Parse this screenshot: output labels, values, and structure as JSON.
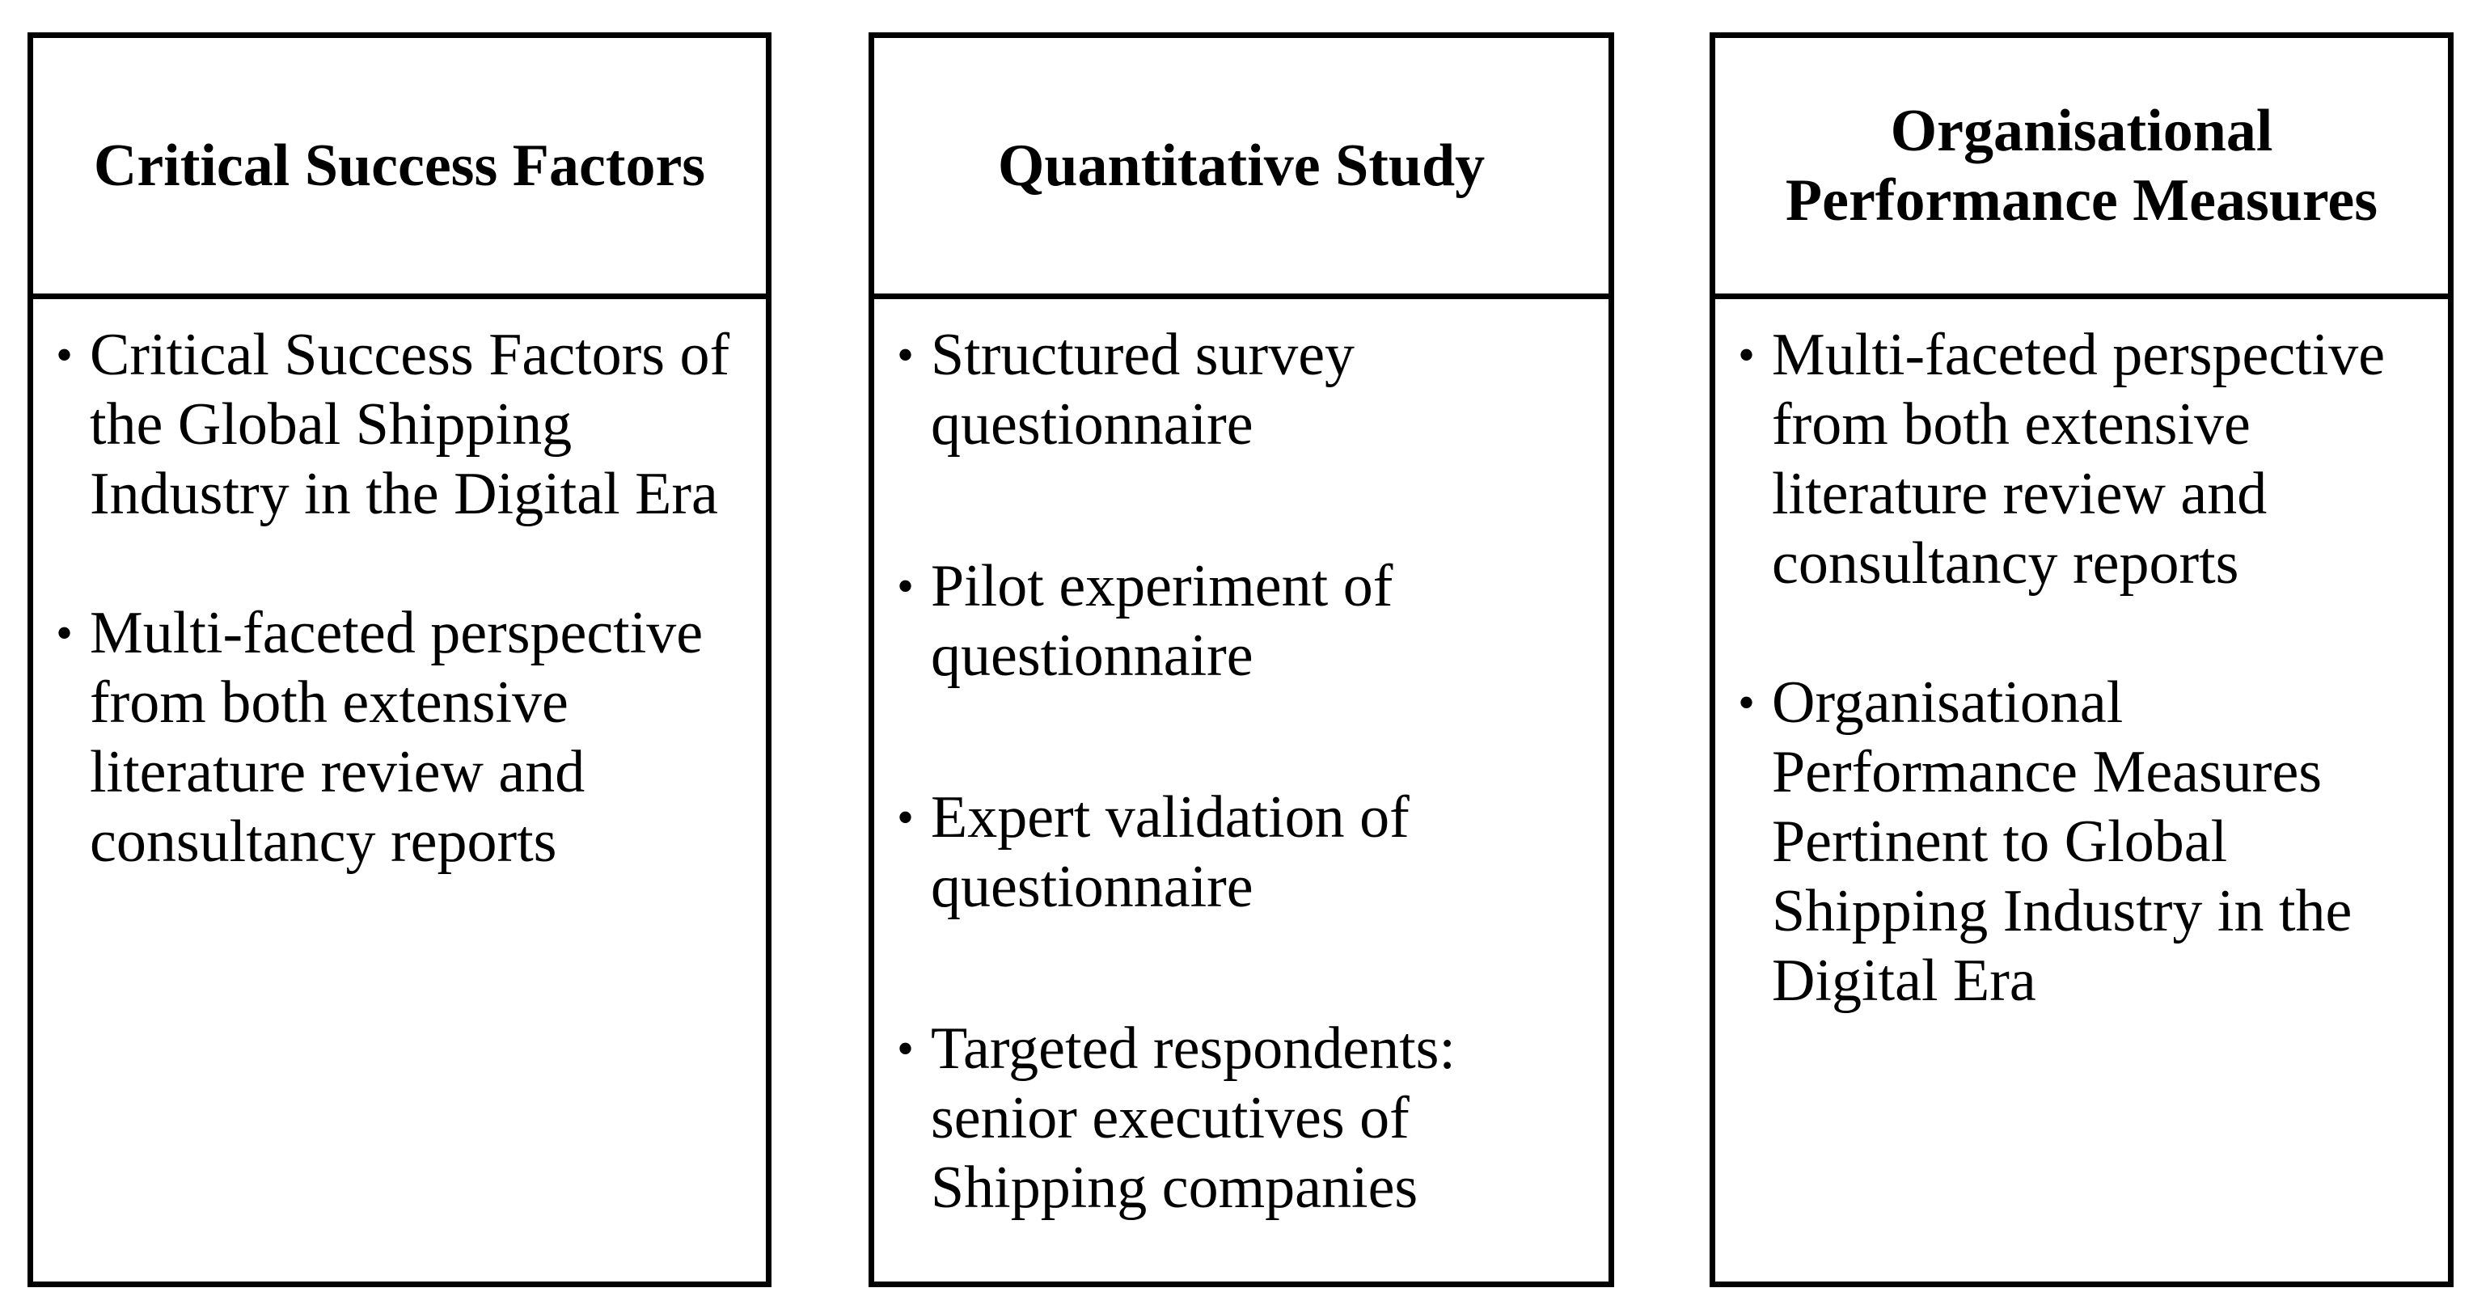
{
  "columns": [
    {
      "header": "Critical Success Factors",
      "bullets": [
        "Critical Success Factors of the Global Shipping Industry in the Digital Era",
        "Multi-faceted perspective from both extensive literature review and consultancy reports"
      ]
    },
    {
      "header": "Quantitative Study",
      "bullets": [
        "Structured survey questionnaire",
        "Pilot experiment of questionnaire",
        "Expert validation of questionnaire",
        "Targeted respondents: senior executives of Shipping companies"
      ]
    },
    {
      "header": "Organisational Performance Measures",
      "bullets": [
        "Multi-faceted perspective from both extensive literature review and consultancy reports",
        "Organisational Performance Measures Pertinent to Global Shipping Industry in the Digital Era"
      ]
    }
  ],
  "bullet_glyph": "•"
}
